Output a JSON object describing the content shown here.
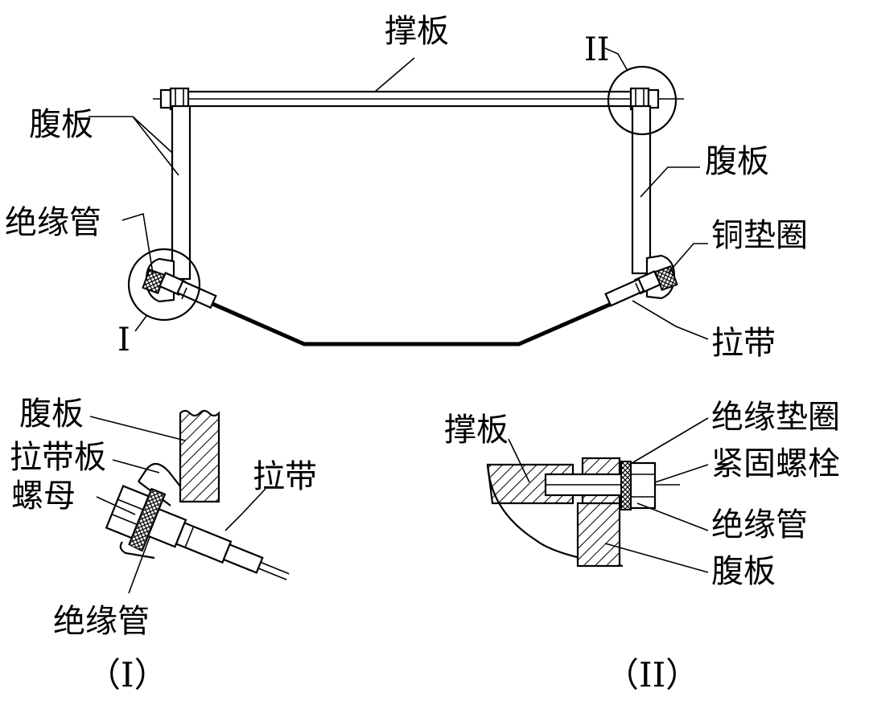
{
  "main_view": {
    "brace_label": "撑板",
    "web_left_label": "腹板",
    "web_right_label": "腹板",
    "insulating_tube_label": "绝缘管",
    "copper_washer_label": "铜垫圈",
    "strap_label": "拉带",
    "detail_I_marker": "I",
    "detail_II_marker": "II"
  },
  "detail_I": {
    "web_label": "腹板",
    "strap_plate_label": "拉带板",
    "nut_label": "螺母",
    "strap_label": "拉带",
    "insulating_tube_label": "绝缘管",
    "caption": "（I）"
  },
  "detail_II": {
    "brace_label": "撑板",
    "insulating_washer_label": "绝缘垫圈",
    "bolt_label": "紧固螺栓",
    "insulating_tube_label": "绝缘管",
    "web_label": "腹板",
    "caption": "（II）"
  }
}
